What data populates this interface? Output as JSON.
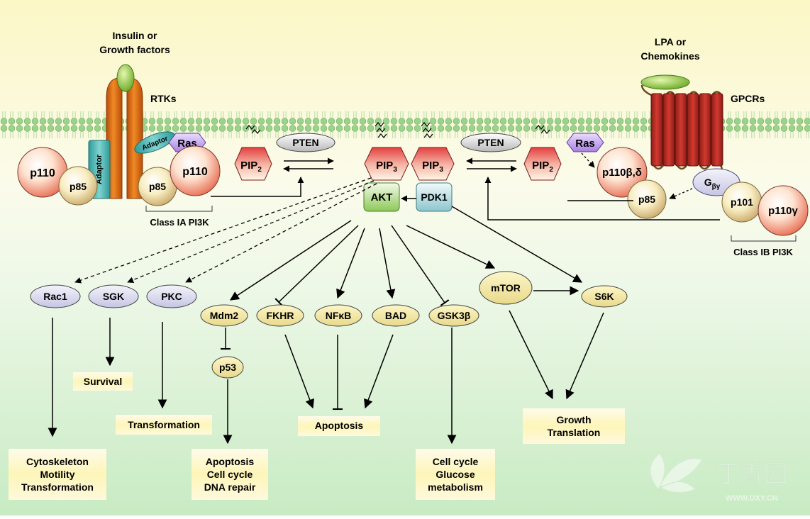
{
  "receptors": {
    "ligand_left": [
      "Insulin or",
      "Growth factors"
    ],
    "ligand_right": [
      "LPA or",
      "Chemokines"
    ],
    "rtk": "RTKs",
    "gpcr": "GPCRs"
  },
  "molecules": {
    "p110": "p110",
    "p85": "p85",
    "adaptor": "Adaptor",
    "ras": "Ras",
    "pip": "PIP",
    "pip2_sub": "2",
    "pip3_sub": "3",
    "pten": "PTEN",
    "akt": "AKT",
    "pdk1": "PDK1",
    "p110_bd": "p110β,δ",
    "g": "G",
    "g_sub": "βγ",
    "p101": "p101",
    "p110_gamma": "p110γ"
  },
  "class_labels": {
    "ia": "Class IA PI3K",
    "ib": "Class IB PI3K"
  },
  "targets": {
    "rac1": "Rac1",
    "sgk": "SGK",
    "pkc": "PKC",
    "mdm2": "Mdm2",
    "p53": "p53",
    "fkhr": "FKHR",
    "nfkb": "NFκB",
    "bad": "BAD",
    "gsk3b": "GSK3β",
    "mtor": "mTOR",
    "s6k": "S6K"
  },
  "outcomes": {
    "survival": "Survival",
    "transformation": "Transformation",
    "cytoskeleton": [
      "Cytoskeleton",
      "Motility",
      "Transformation"
    ],
    "apoptosis_p53": [
      "Apoptosis",
      "Cell cycle",
      "DNA repair"
    ],
    "apoptosis": "Apoptosis",
    "cell_cycle": [
      "Cell cycle",
      "Glucose",
      "metabolism"
    ],
    "growth": [
      "Growth",
      "Translation"
    ]
  },
  "watermark": {
    "text": "丁香园",
    "url": "WWW.DXY.CN"
  },
  "colors": {
    "bg_top": "#fbf7c8",
    "bg_bottom": "#c9ecc4",
    "rtk": "#e07a18",
    "gpcr": "#c0302a",
    "ligand": "#8cc63e",
    "node_yellow": "#f6eaa8",
    "node_lilac": "#d8d8ee",
    "ras": "#b79ae6",
    "adaptor": "#4bb3b3",
    "pip": "#e05050",
    "akt": "#9ad06a",
    "pdk1": "#9ccfd6"
  }
}
